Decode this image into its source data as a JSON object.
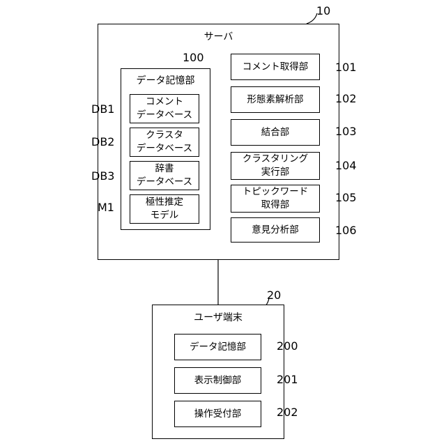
{
  "server": {
    "ref": "10",
    "title": "サーバ",
    "storage": {
      "ref": "100",
      "title": "データ記憶部",
      "items": [
        {
          "ref": "DB1",
          "line1": "コメント",
          "line2": "データベース"
        },
        {
          "ref": "DB2",
          "line1": "クラスタ",
          "line2": "データベース"
        },
        {
          "ref": "DB3",
          "line1": "辞書",
          "line2": "データベース"
        },
        {
          "ref": "M1",
          "line1": "極性推定",
          "line2": "モデル"
        }
      ]
    },
    "units": [
      {
        "ref": "101",
        "line1": "コメント取得部",
        "line2": ""
      },
      {
        "ref": "102",
        "line1": "形態素解析部",
        "line2": ""
      },
      {
        "ref": "103",
        "line1": "結合部",
        "line2": ""
      },
      {
        "ref": "104",
        "line1": "クラスタリング",
        "line2": "実行部"
      },
      {
        "ref": "105",
        "line1": "トピックワード",
        "line2": "取得部"
      },
      {
        "ref": "106",
        "line1": "意見分析部",
        "line2": ""
      }
    ]
  },
  "terminal": {
    "ref": "20",
    "title": "ユーザ端末",
    "units": [
      {
        "ref": "200",
        "label": "データ記憶部"
      },
      {
        "ref": "201",
        "label": "表示制御部"
      },
      {
        "ref": "202",
        "label": "操作受付部"
      }
    ]
  }
}
